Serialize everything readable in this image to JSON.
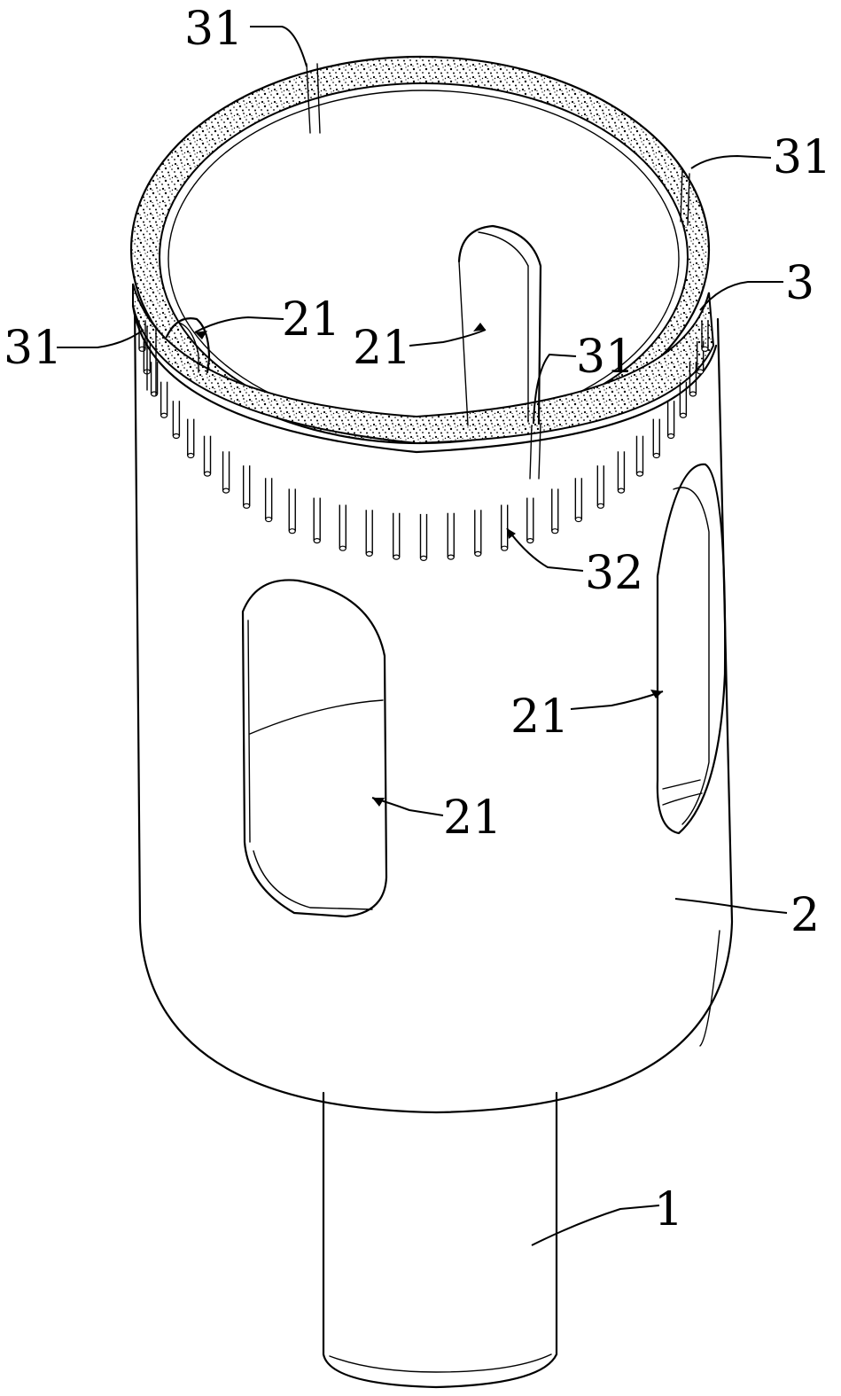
{
  "figure": {
    "labels": {
      "shank": "1",
      "body": "2",
      "cutting_ring": "3",
      "chip_slot": "21",
      "slit": "31",
      "cooling_hole": "32"
    }
  },
  "colors": {
    "line": "#000000",
    "background": "#ffffff",
    "grit": "#000000"
  }
}
